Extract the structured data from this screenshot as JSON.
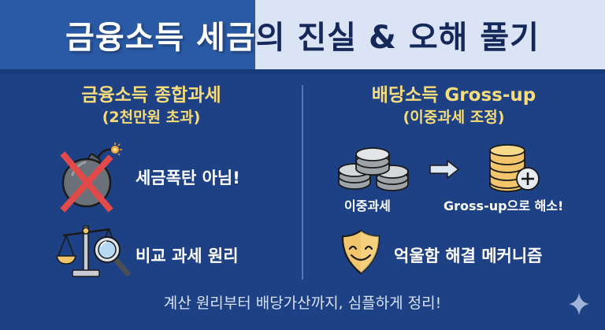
{
  "header": {
    "title_part1": "금융소득 세금",
    "title_part2": "의 진실 & 오해 풀기"
  },
  "left_column": {
    "heading": "금융소득 종합과세",
    "subheading": "(2천만원 초과)",
    "items": [
      {
        "icon": "crossed-out-bomb-icon",
        "label": "세금폭탄 아님!"
      },
      {
        "icon": "scale-with-magnifier-icon",
        "label": "비교 과세 원리"
      }
    ]
  },
  "right_column": {
    "heading": "배당소득 Gross-up",
    "subheading": "(이중과세 조정)",
    "flow": {
      "from_icon": "silver-coin-stacks-icon",
      "from_label": "이중과세",
      "arrow_icon": "right-arrow-icon",
      "to_icon": "gold-coin-stack-plus-icon",
      "to_label": "Gross-up으로 해소!"
    },
    "items": [
      {
        "icon": "smiling-shield-icon",
        "label": "억울함 해결 메커니즘"
      }
    ]
  },
  "footer": {
    "text": "계산 원리부터 배당가산까지, 심플하게 정리!",
    "sparkle_icon": "sparkle-icon"
  },
  "colors": {
    "background": "#1d4184",
    "header_blue": "#2a5aa5",
    "header_light": "#dbe4f4",
    "heading_yellow": "#f7dc7a",
    "title_dark": "#14285a",
    "divider": "#4f78bd"
  }
}
